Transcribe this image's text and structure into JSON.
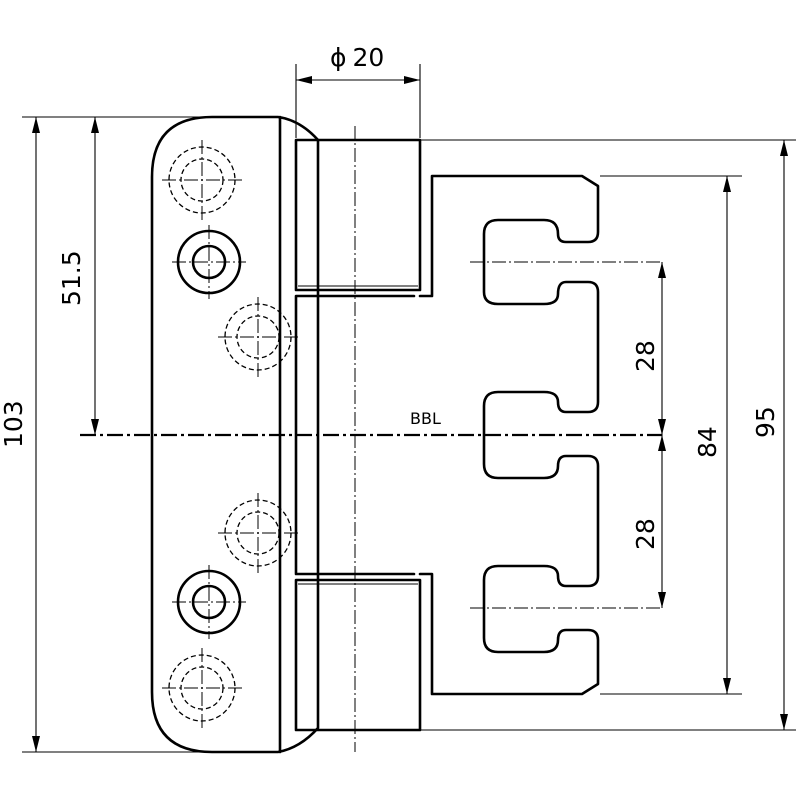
{
  "labels": {
    "diameter_symbol": "ϕ",
    "diameter_value": "20",
    "overall_height": "103",
    "center_offset": "51.5",
    "bbl": "BBL",
    "pitch_upper": "28",
    "pitch_lower": "28",
    "slot_span": "84",
    "wing_height": "95"
  }
}
